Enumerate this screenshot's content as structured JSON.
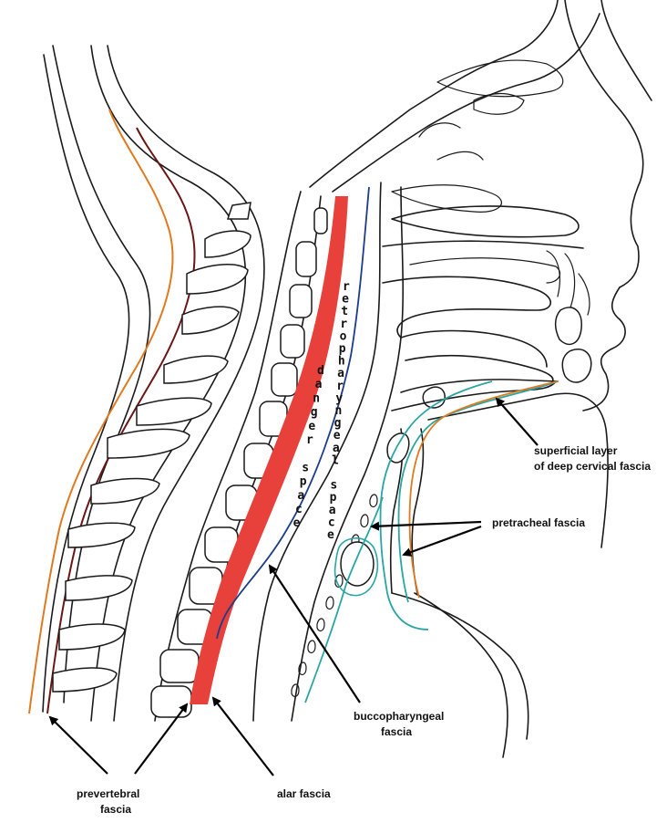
{
  "colors": {
    "ink": "#1a1a1a",
    "danger_space": "#e8403a",
    "prevertebral_orange": "#e07a20",
    "prevertebral_dark": "#6b1515",
    "retropharyngeal_blue": "#1d3c8c",
    "pretracheal_teal": "#2aa5a5"
  },
  "labels": {
    "superficial_line1": "superficial layer",
    "superficial_line2": "of deep cervical fascia",
    "pretracheal": "pretracheal fascia",
    "buccopharyngeal_line1": "buccopharyngeal",
    "buccopharyngeal_line2": "fascia",
    "alar": "alar fascia",
    "prevertebral_line1": "prevertebral",
    "prevertebral_line2": "fascia",
    "retropharyngeal_space": "retropharyngeal space",
    "danger_space": "danger space"
  }
}
